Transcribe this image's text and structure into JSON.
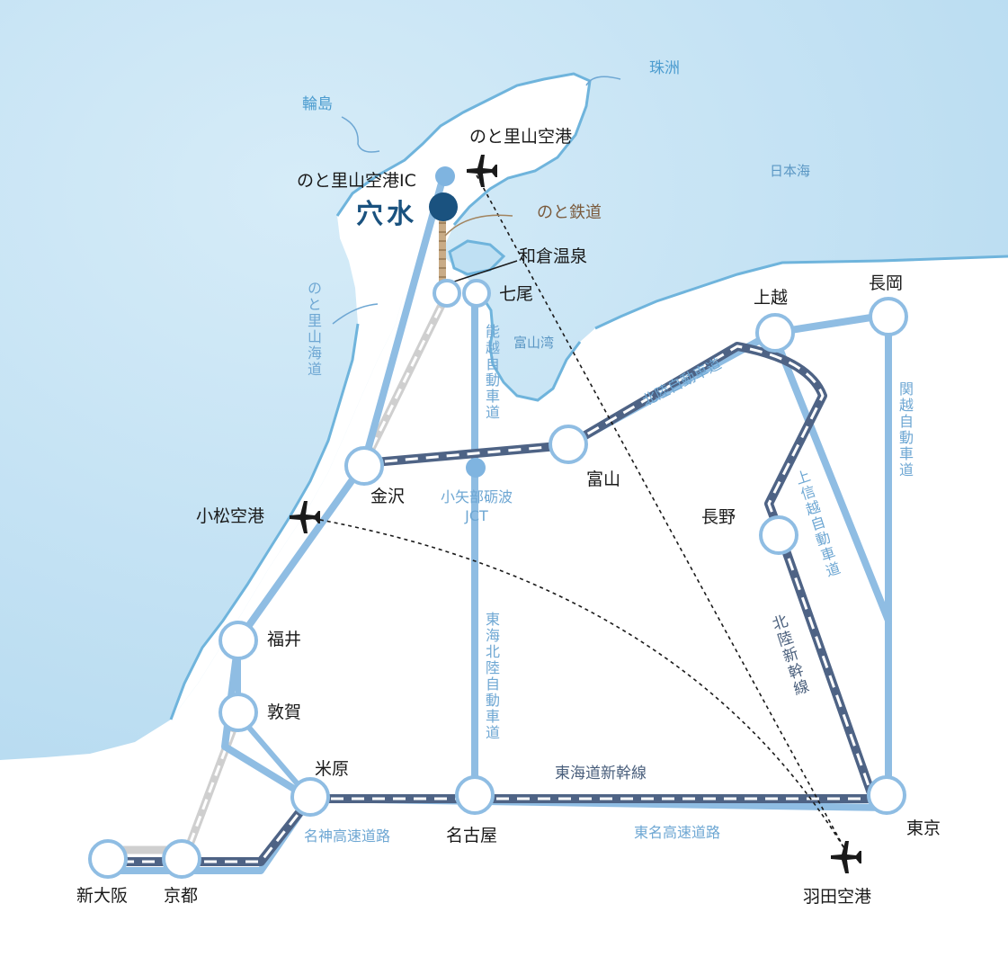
{
  "colors": {
    "sea": "#bfe0f3",
    "road": "#8fbde3",
    "shinkansen": "#4e6385",
    "jr_line": "#c9c9c9",
    "hero": "#1a527f",
    "noto_railway": "#c9ab86"
  },
  "icons": {
    "airport": "airplane-icon",
    "station": "circle-node"
  },
  "labels": {
    "hero": "穴水",
    "noto_airport": "のと里山空港",
    "noto_airport_ic": "のと里山空港IC",
    "wajima": "輪島",
    "suzu": "珠洲",
    "sea_of_japan": "日本海",
    "noto_railway": "のと鉄道",
    "wakura": "和倉温泉",
    "nanao": "七尾",
    "toyama_bay": "富山湾",
    "noto_satoyama_kaido": "のと里山海道",
    "noetsu_expressway": "能越自動車道",
    "hokuriku_expressway": "北陸自動車道",
    "kanazawa": "金沢",
    "toyama": "富山",
    "komatsu_airport": "小松空港",
    "oyabe_tonami_jct": "小矢部砺波JCT",
    "joetsu": "上越",
    "nagaoka": "長岡",
    "kanetsu_expressway": "関越自動車道",
    "joshinetsu_expressway": "上信越自動車道",
    "nagano": "長野",
    "hokuriku_shinkansen": "北陸新幹線",
    "tokai_hokuriku_expressway": "東海北陸自動車道",
    "fukui": "福井",
    "tsuruga": "敦賀",
    "maibara": "米原",
    "tokaido_shinkansen": "東海道新幹線",
    "nagoya": "名古屋",
    "meishin_expressway": "名神高速道路",
    "tomei_expressway": "東名高速道路",
    "tokyo": "東京",
    "haneda_airport": "羽田空港",
    "shin_osaka": "新大阪",
    "kyoto": "京都"
  }
}
